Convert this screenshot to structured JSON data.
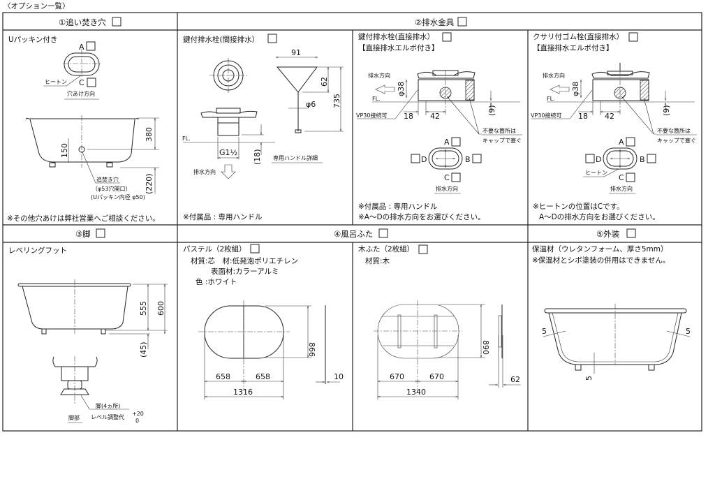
{
  "page_title": "〈オプション一覧〉",
  "sections": {
    "reheat": {
      "header": "①追い焚き穴",
      "subtitle": "Uパッキン付き",
      "pos_a": "A",
      "pos_c": "C",
      "heaton": "ヒートン",
      "hole_direction": "穴あけ方向",
      "dims": {
        "height": "380",
        "hole": "150",
        "floor": "(220)"
      },
      "hole_label": "追焚き穴",
      "hole_opening": "（φ53穴開口）",
      "packing_diameter": "(Uパッキン内径 φ50)",
      "note": "※その他穴あけは弊社営業へご相談ください。"
    },
    "drain": {
      "header": "②排水金具",
      "indirect": {
        "title": "鍵付排水栓(間接排水）",
        "fl": "FL.",
        "thread": "G1½",
        "dim_18": "(18)",
        "direction": "排水方向",
        "handle_dims": {
          "width": "91",
          "triangle": "62",
          "length": "735",
          "rod": "φ6"
        },
        "handle_detail": "専用ハンドル詳細",
        "note": "※付属品 : 専用ハンドル"
      },
      "key_direct": {
        "title": "鍵付排水栓(直接排水）",
        "subtitle": "【直接排水エルボ付き】",
        "direction": "排水方向",
        "diameter": "φ38",
        "fl": "FL.",
        "vp30": "VP30接続可",
        "dim_18": "18",
        "dim_42": "42",
        "dim_9": "(9)",
        "cap_note_1": "不要な箇所は",
        "cap_note_2": "キャップで塞ぐ",
        "pos": {
          "a": "A",
          "b": "B",
          "c": "C",
          "d": "D"
        },
        "direction_label": "排水方向",
        "note_1": "※付属品 : 専用ハンドル",
        "note_2": "※A〜Dの排水方向をお選びください。"
      },
      "chain_direct": {
        "title": "クサリ付ゴム栓(直接排水）",
        "subtitle": "【直接排水エルボ付き】",
        "direction": "排水方向",
        "diameter": "φ38",
        "fl": "FL.",
        "vp30": "VP30接続可",
        "dim_18": "18",
        "dim_42": "42",
        "dim_9": "(9)",
        "cap_note_1": "不要な箇所は",
        "cap_note_2": "キャップで塞ぐ",
        "pos": {
          "a": "A",
          "b": "B",
          "c": "C",
          "d": "D"
        },
        "heaton": "ヒートン",
        "direction_label": "排水方向",
        "note_1": "※ヒートンの位置はCです。",
        "note_2": "A〜Dの排水方向をお選びください。"
      }
    },
    "legs": {
      "header": "③脚",
      "subtitle": "レベリングフット",
      "dims": {
        "inner": "555",
        "total": "600",
        "leg": "(45)"
      },
      "leg_count": "脚(4ヵ所)",
      "leg_part": "脚部",
      "adjust": "レベル調整代",
      "adjust_plus": "+20",
      "adjust_zero": "0"
    },
    "lid": {
      "header": "④風呂ふた",
      "pastel": {
        "title": "パステル（2枚組）",
        "material_core": "材質:芯　材:低発泡ポリエチレン",
        "material_surface": "表面材:カラーアルミ",
        "color": "色 :ホワイト",
        "dims": {
          "depth": "866",
          "half_left": "658",
          "half_right": "658",
          "width": "1316",
          "thickness": "10"
        }
      },
      "wood": {
        "title": "木ふた（2枚組）",
        "material": "材質:木",
        "dims": {
          "depth": "890",
          "half_left": "670",
          "half_right": "670",
          "width": "1340",
          "thickness": "62"
        }
      }
    },
    "exterior": {
      "header": "⑤外装",
      "line1": "保温材（ウレタンフォーム、厚さ5mm）",
      "line2": "※保温材とシボ塗装の併用はできません。",
      "dims": {
        "left": "5",
        "right": "5",
        "bottom": "5"
      }
    }
  }
}
